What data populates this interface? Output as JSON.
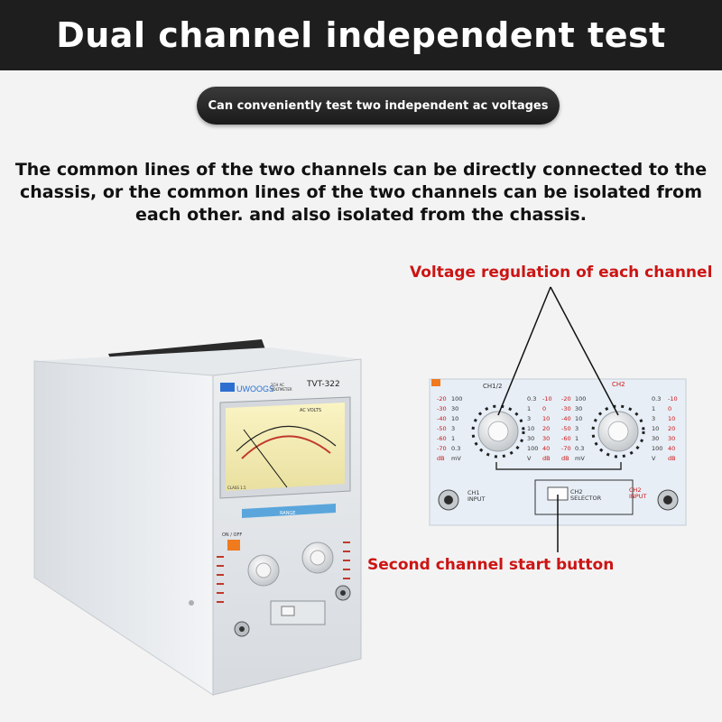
{
  "banner": {
    "title": "Dual channel independent test"
  },
  "subtitle": {
    "text": "Can conveniently test two independent ac voltages"
  },
  "description": {
    "line1": "The common lines of the two channels can be directly connected to the",
    "line2": "chassis, or the common lines of the two channels can be isolated from",
    "line3": "each other. and also isolated from the chassis."
  },
  "callouts": {
    "voltage_regulation": "Voltage regulation of each channel",
    "second_channel": "Second channel start button"
  },
  "device": {
    "brand": "UWOOGS",
    "model": "TVT-322",
    "subtitle_line1": "2CH  AC",
    "subtitle_line2": "VOLTMETER",
    "meter_label": "AC VOLTS",
    "range_label": "RANGE",
    "power_label": "ON / OFF",
    "class_label": "CLASS 1.5"
  },
  "panel": {
    "ch1_label": "CH1/2",
    "ch2_label": "CH2",
    "ch1_input": "CH1\nINPUT",
    "ch2_input": "CH2\nINPUT",
    "selector": "CH2\nSELECTOR",
    "db_left": [
      "-20",
      "-30",
      "-40",
      "-50",
      "-60",
      "-70",
      "dB"
    ],
    "mv_left": [
      "100",
      "30",
      "10",
      "3",
      "1",
      "0.3",
      "mV"
    ],
    "v_left": [
      "0.3",
      "1",
      "3",
      "10",
      "30",
      "100",
      "V"
    ],
    "db_mid": [
      "-10",
      "0",
      "10",
      "20",
      "30",
      "40",
      "dB"
    ],
    "db_mid2": [
      "-20",
      "-30",
      "-40",
      "-50",
      "-60",
      "-70",
      "dB"
    ],
    "mv_right": [
      "100",
      "30",
      "10",
      "3",
      "1",
      "0.3",
      "mV"
    ],
    "v_right": [
      "0.3",
      "1",
      "3",
      "10",
      "30",
      "100",
      "V"
    ],
    "db_right": [
      "-10",
      "0",
      "10",
      "20",
      "30",
      "40",
      "dB"
    ]
  },
  "colors": {
    "banner_bg": "#1e1e1e",
    "callout_red": "#cc1414",
    "meter_face": "#f4efb8",
    "panel_blue": "#5aa6dc",
    "knob": "#ececec"
  }
}
